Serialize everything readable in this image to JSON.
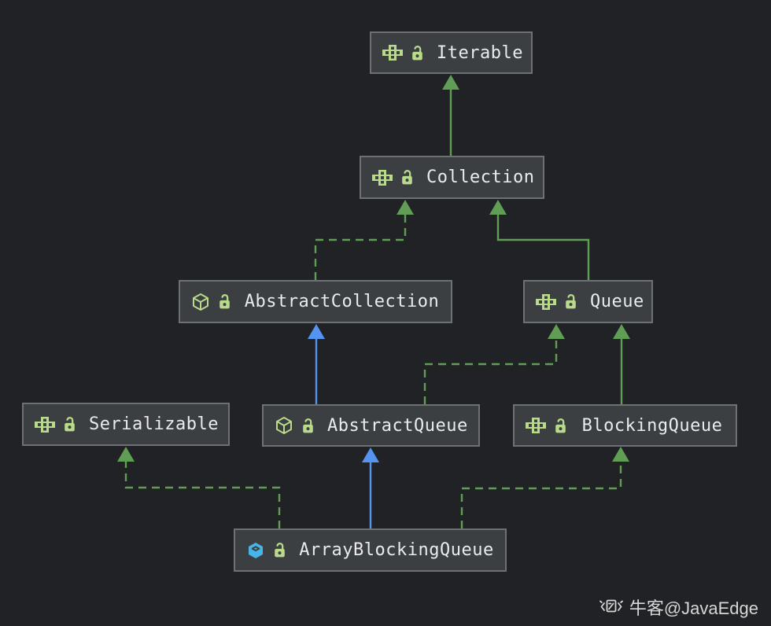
{
  "colors": {
    "background": "#212226",
    "node_fill": "#3c3f41",
    "node_border": "#6e7173",
    "node_text": "#e9ebee",
    "green": "#5f9e54",
    "blue": "#5493f0",
    "icon_green": "#b9d98b",
    "icon_blue": "#47b5e8",
    "watermark": "#d6d7d8"
  },
  "diagram": {
    "nodes": {
      "iterable": {
        "label": "Iterable",
        "kind": "interface"
      },
      "collection": {
        "label": "Collection",
        "kind": "interface"
      },
      "abstract_collection": {
        "label": "AbstractCollection",
        "kind": "abstract-class"
      },
      "queue": {
        "label": "Queue",
        "kind": "interface"
      },
      "serializable": {
        "label": "Serializable",
        "kind": "interface"
      },
      "abstract_queue": {
        "label": "AbstractQueue",
        "kind": "abstract-class"
      },
      "blocking_queue": {
        "label": "BlockingQueue",
        "kind": "interface"
      },
      "array_blocking_queue": {
        "label": "ArrayBlockingQueue",
        "kind": "class"
      }
    },
    "edges": [
      {
        "from": "Collection",
        "to": "Iterable",
        "relation": "extends",
        "style": "solid",
        "color": "green"
      },
      {
        "from": "AbstractCollection",
        "to": "Collection",
        "relation": "implements",
        "style": "dashed",
        "color": "green"
      },
      {
        "from": "Queue",
        "to": "Collection",
        "relation": "extends",
        "style": "solid",
        "color": "green"
      },
      {
        "from": "AbstractQueue",
        "to": "AbstractCollection",
        "relation": "extends",
        "style": "solid",
        "color": "blue"
      },
      {
        "from": "AbstractQueue",
        "to": "Queue",
        "relation": "implements",
        "style": "dashed",
        "color": "green"
      },
      {
        "from": "BlockingQueue",
        "to": "Queue",
        "relation": "extends",
        "style": "solid",
        "color": "green"
      },
      {
        "from": "ArrayBlockingQueue",
        "to": "Serializable",
        "relation": "implements",
        "style": "dashed",
        "color": "green"
      },
      {
        "from": "ArrayBlockingQueue",
        "to": "AbstractQueue",
        "relation": "extends",
        "style": "solid",
        "color": "blue"
      },
      {
        "from": "ArrayBlockingQueue",
        "to": "BlockingQueue",
        "relation": "implements",
        "style": "dashed",
        "color": "green"
      }
    ]
  },
  "watermark": {
    "text": "牛客@JavaEdge",
    "icon": "nowcoder-logo-icon"
  }
}
